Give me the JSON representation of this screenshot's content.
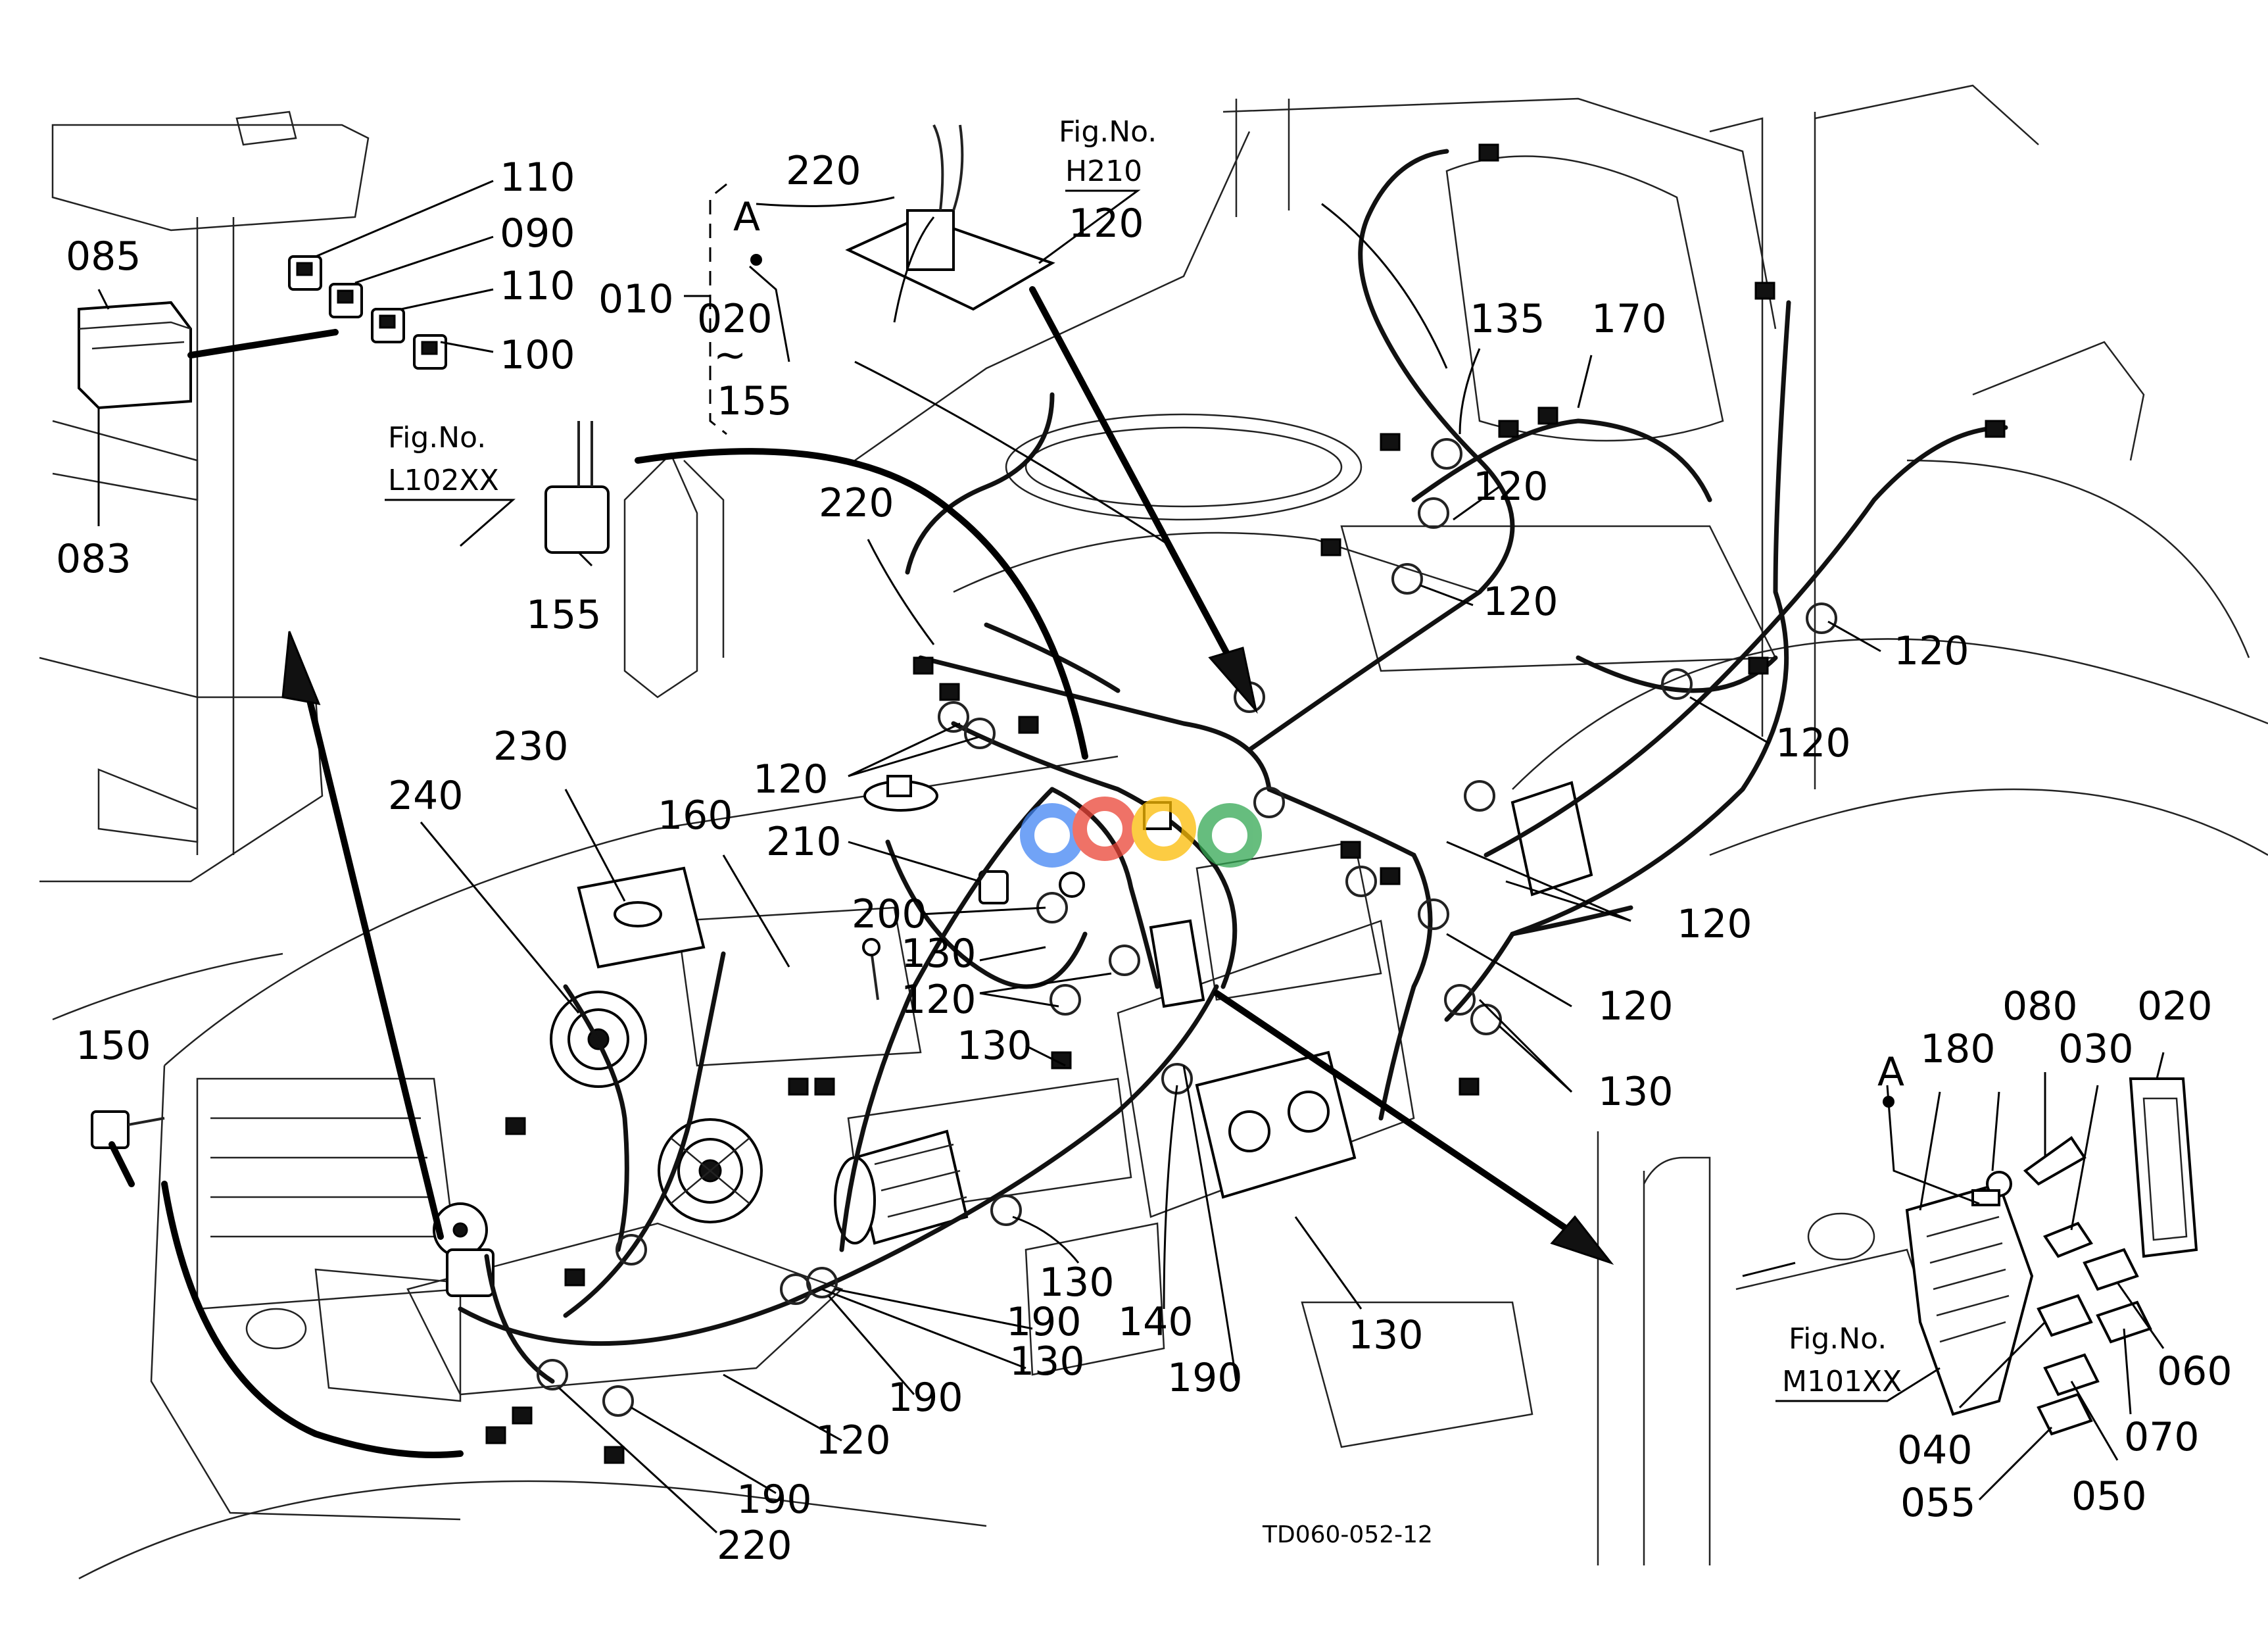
{
  "labels": {
    "p110a": "110",
    "p090": "090",
    "p110b": "110",
    "p100": "100",
    "p085": "085",
    "p083": "083",
    "p010": "010",
    "p020a": "020",
    "tilde": "~",
    "p155a": "155",
    "p155b": "155",
    "callout_a_top": "A",
    "callout_a_right": "A",
    "p220a": "220",
    "p220b": "220",
    "p220c": "220",
    "p120_1": "120",
    "p120_2": "120",
    "p120_3": "120",
    "p120_4": "120",
    "p120_5": "120",
    "p120_6": "120",
    "p120_7": "120",
    "p120_8": "120",
    "p120_9": "120",
    "p120_10": "120",
    "p135": "135",
    "p170": "170",
    "p230": "230",
    "p240": "240",
    "p160": "160",
    "p210": "210",
    "p200": "200",
    "p130_1": "130",
    "p130_2": "130",
    "p130_3": "130",
    "p130_4": "130",
    "p130_5": "130",
    "p130_6": "130",
    "p150": "150",
    "p190_1": "190",
    "p190_2": "190",
    "p190_3": "190",
    "p190_4": "190",
    "p140": "140",
    "p180": "180",
    "p080": "080",
    "p030": "030",
    "p020b": "020",
    "p060": "060",
    "p040": "040",
    "p070": "070",
    "p055": "055",
    "p050": "050"
  },
  "fig_refs": {
    "h210_title": "Fig.No.",
    "h210_num": "H210",
    "l102_title": "Fig.No.",
    "l102_num": "L102XX",
    "m101_title": "Fig.No.",
    "m101_num": "M101XX"
  },
  "drawing_code": "TD060-052-12",
  "watermark_colors": [
    "#4285F4",
    "#EA4335",
    "#FBBC05",
    "#34A853"
  ]
}
